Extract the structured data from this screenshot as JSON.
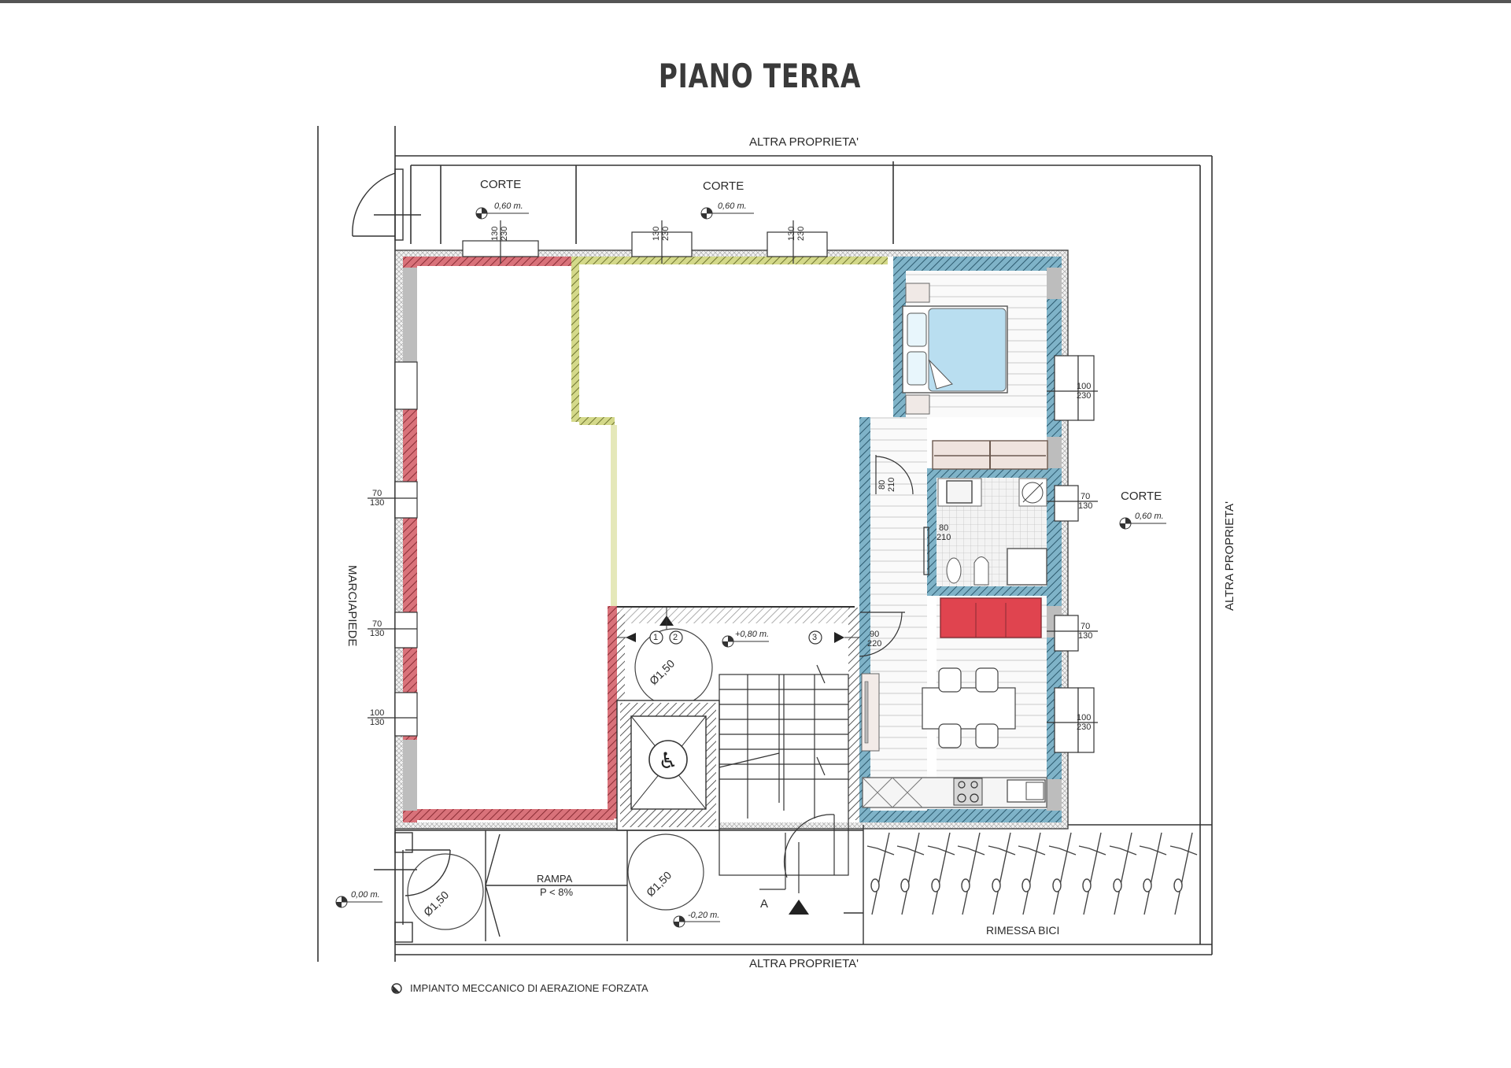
{
  "title": "PIANO TERRA",
  "labels": {
    "top_neighbor": "ALTRA PROPRIETA'",
    "bottom_neighbor": "ALTRA PROPRIETA'",
    "right_neighbor": "ALTRA PROPRIETA'",
    "sidewalk": "MARCIAPIEDE",
    "courtyard_1": "CORTE",
    "courtyard_2": "CORTE",
    "courtyard_right": "CORTE",
    "ramp": "RAMPA",
    "ramp_slope": "P < 8%",
    "bike_storage": "RIMESSA BICI",
    "section_marker": "A"
  },
  "elevations": {
    "courtyard_1": "0,60 m.",
    "courtyard_2": "0,60 m.",
    "courtyard_right": "0,60 m.",
    "landing": "+0,80 m.",
    "street": "0,00 m.",
    "entry": "-0,20 m."
  },
  "turning_circles": {
    "landing": "Ø1,50",
    "ramp_entry": "Ø1,50",
    "lower_entry": "Ø1,50"
  },
  "unit_markers": [
    "1",
    "2",
    "3"
  ],
  "openings": {
    "top_1": {
      "w": "130",
      "h": "230"
    },
    "top_2": {
      "w": "130",
      "h": "230"
    },
    "top_3": {
      "w": "130",
      "h": "230"
    },
    "left_1": {
      "w": "70",
      "h": "130"
    },
    "left_2": {
      "w": "70",
      "h": "130"
    },
    "left_3": {
      "w": "100",
      "h": "130"
    },
    "right_bedroom": {
      "w": "100",
      "h": "230"
    },
    "right_bath": {
      "w": "70",
      "h": "130"
    },
    "right_living": {
      "w": "70",
      "h": "130"
    },
    "right_kitchen": {
      "w": "100",
      "h": "230"
    },
    "door_bedroom": {
      "w": "80",
      "h": "210"
    },
    "door_bath": {
      "w": "80",
      "h": "210"
    },
    "door_entry": {
      "w": "90",
      "h": "220"
    }
  },
  "legend": {
    "icon": "ventilation-icon",
    "text": "IMPIANTO MECCANICO DI AERAZIONE FORZATA"
  },
  "colors": {
    "wall_red": "#c94a55",
    "wall_blue": "#3f7f9a",
    "wall_green": "#a8b04a",
    "bed": "#b9def0",
    "sofa": "#e0444f",
    "wall_grey": "#bdbdbd"
  }
}
